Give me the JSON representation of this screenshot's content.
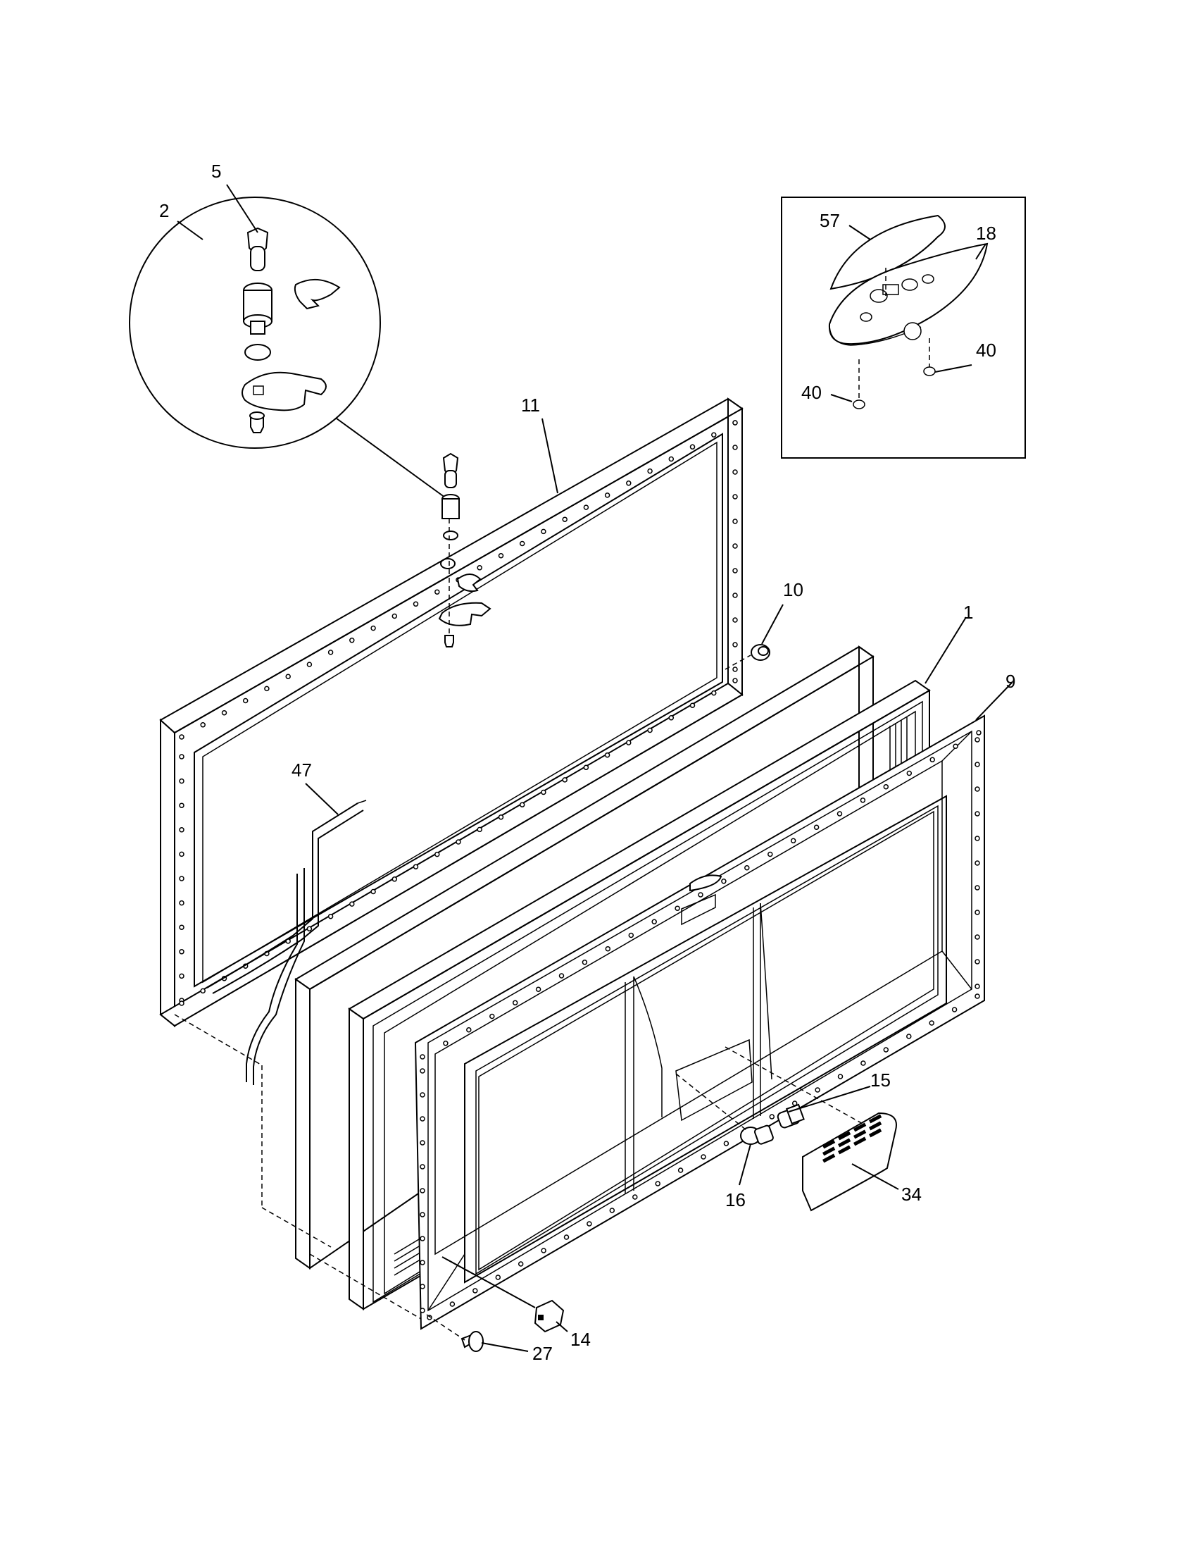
{
  "callouts": [
    {
      "id": "c5",
      "label": "5"
    },
    {
      "id": "c2",
      "label": "2"
    },
    {
      "id": "c11",
      "label": "11"
    },
    {
      "id": "c57",
      "label": "57"
    },
    {
      "id": "c18",
      "label": "18"
    },
    {
      "id": "c40a",
      "label": "40"
    },
    {
      "id": "c40b",
      "label": "40"
    },
    {
      "id": "c10",
      "label": "10"
    },
    {
      "id": "c1",
      "label": "1"
    },
    {
      "id": "c9",
      "label": "9"
    },
    {
      "id": "c47",
      "label": "47"
    },
    {
      "id": "c15",
      "label": "15"
    },
    {
      "id": "c16",
      "label": "16"
    },
    {
      "id": "c34",
      "label": "34"
    },
    {
      "id": "c14",
      "label": "14"
    },
    {
      "id": "c27",
      "label": "27"
    }
  ]
}
